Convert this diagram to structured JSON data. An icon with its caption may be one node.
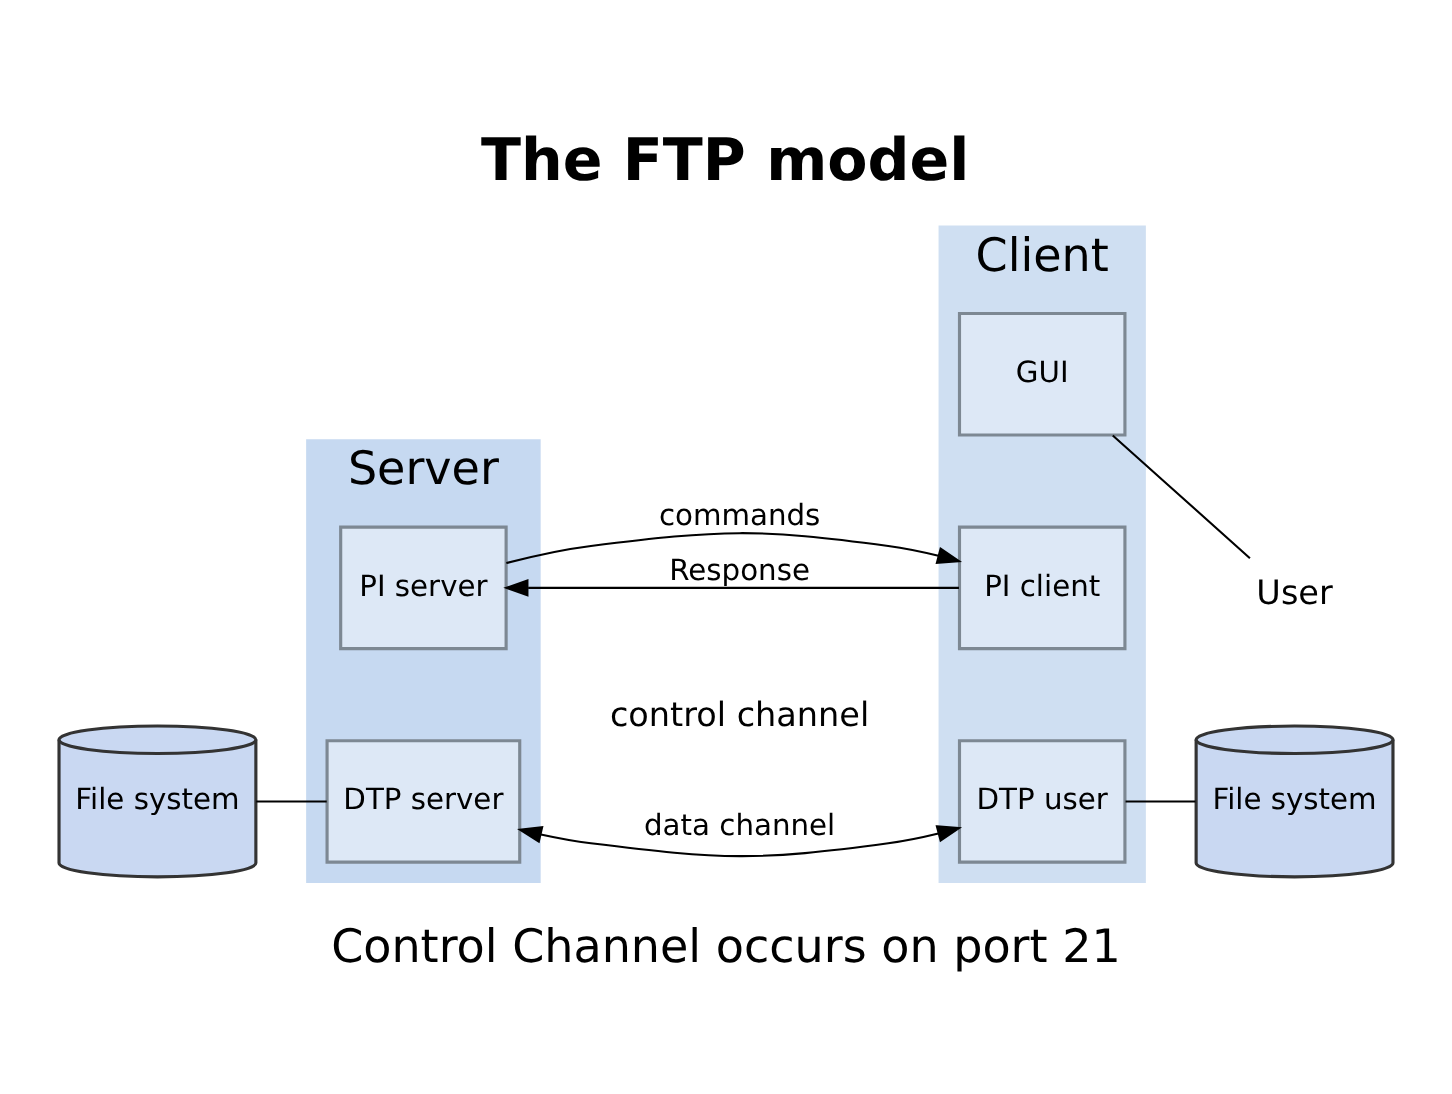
{
  "diagram": {
    "title": "The FTP model",
    "caption": "Control Channel occurs on port 21",
    "nodes": [
      {
        "text": [
          "Server"
        ]
      },
      {
        "text": [
          "PI server"
        ],
        "in": 0
      },
      {
        "text": [
          "DTP server"
        ],
        "in": 0
      },
      {
        "text": [
          "Client"
        ]
      },
      {
        "text": [
          "GUI"
        ],
        "in": 3
      },
      {
        "text": [
          "PI client"
        ],
        "in": 3
      },
      {
        "text": [
          "DTP user"
        ],
        "in": 3
      },
      {
        "text": [
          "User"
        ]
      },
      {
        "text": [
          "File system"
        ]
      },
      {
        "text": [
          "File system"
        ]
      }
    ],
    "edges": [
      {
        "from": 5,
        "to": 1,
        "arrow": "to",
        "label": "Response"
      },
      {
        "from": 1,
        "to": 5,
        "arrow": "to",
        "label": "commands"
      },
      {
        "from": 2,
        "to": 6,
        "arrow": "both",
        "label": "data channel"
      },
      {
        "from": 8,
        "to": 2,
        "arrow": "none"
      },
      {
        "from": 6,
        "to": 9,
        "arrow": "none"
      },
      {
        "from": 7,
        "to": 4,
        "arrow": "none"
      }
    ],
    "labels": [
      "control channel"
    ]
  }
}
